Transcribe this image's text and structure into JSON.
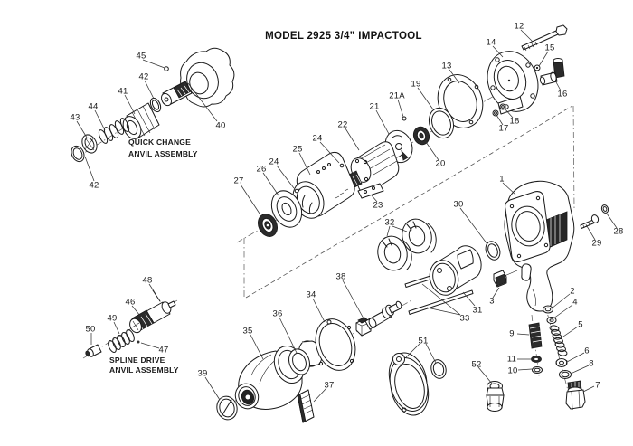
{
  "title": "MODEL 2925 3/4” IMPACTOOL",
  "assembly_captions": {
    "quick_change": [
      "QUICK CHANGE",
      "ANVIL ASSEMBLY"
    ],
    "spline_drive": [
      "SPLINE DRIVE",
      "ANVIL ASSEMBLY"
    ]
  },
  "part_labels": [
    "45",
    "42",
    "41",
    "44",
    "43",
    "40",
    "42",
    "12",
    "14",
    "15",
    "13",
    "16",
    "19",
    "21A",
    "21",
    "18",
    "17",
    "20",
    "22",
    "24",
    "25",
    "24",
    "26",
    "27",
    "23",
    "30",
    "1",
    "28",
    "29",
    "32",
    "31",
    "33",
    "3",
    "2",
    "4",
    "5",
    "9",
    "6",
    "11",
    "8",
    "10",
    "7",
    "52",
    "51",
    "34",
    "38",
    "36",
    "35",
    "37",
    "39",
    "48",
    "46",
    "49",
    "50",
    "47"
  ],
  "drawing": {
    "ink_color": "#1a1a1a",
    "background": "#ffffff"
  }
}
